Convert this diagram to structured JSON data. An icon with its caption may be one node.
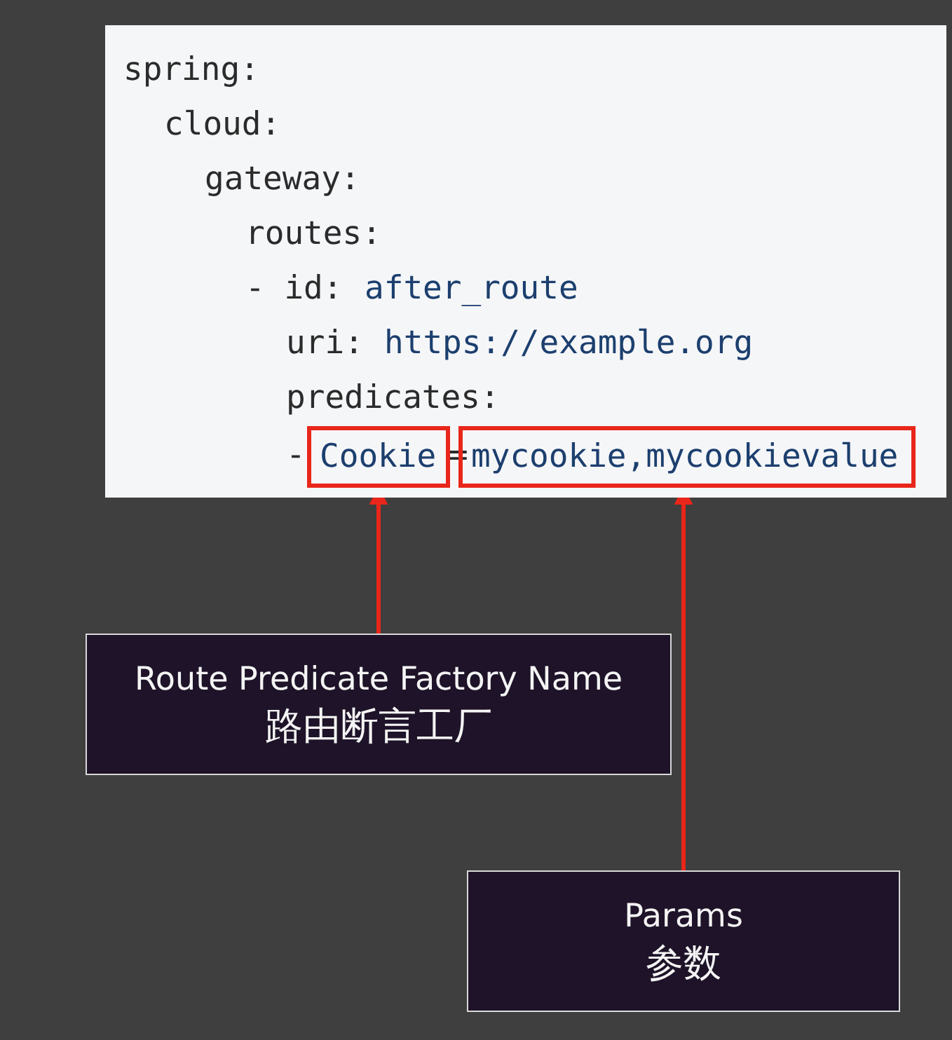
{
  "diagram": {
    "nodes": [
      {
        "text": [
          "spring:",
          "cloud:",
          "gateway:",
          "routes:",
          "- id:",
          "after_route",
          "uri:",
          "https://example.org",
          "predicates:",
          "-",
          "="
        ]
      },
      {
        "text": [
          "Cookie"
        ],
        "in": 0
      },
      {
        "text": [
          "mycookie,mycookievalue"
        ],
        "in": 0
      },
      {
        "text": [
          "Route Predicate Factory Name",
          "路由断言工厂"
        ]
      },
      {
        "text": [
          "Params",
          "参数"
        ]
      }
    ],
    "edges": [
      {
        "from": 3,
        "to": 1,
        "arrow": "to"
      },
      {
        "from": 4,
        "to": 2,
        "arrow": "to"
      }
    ]
  }
}
